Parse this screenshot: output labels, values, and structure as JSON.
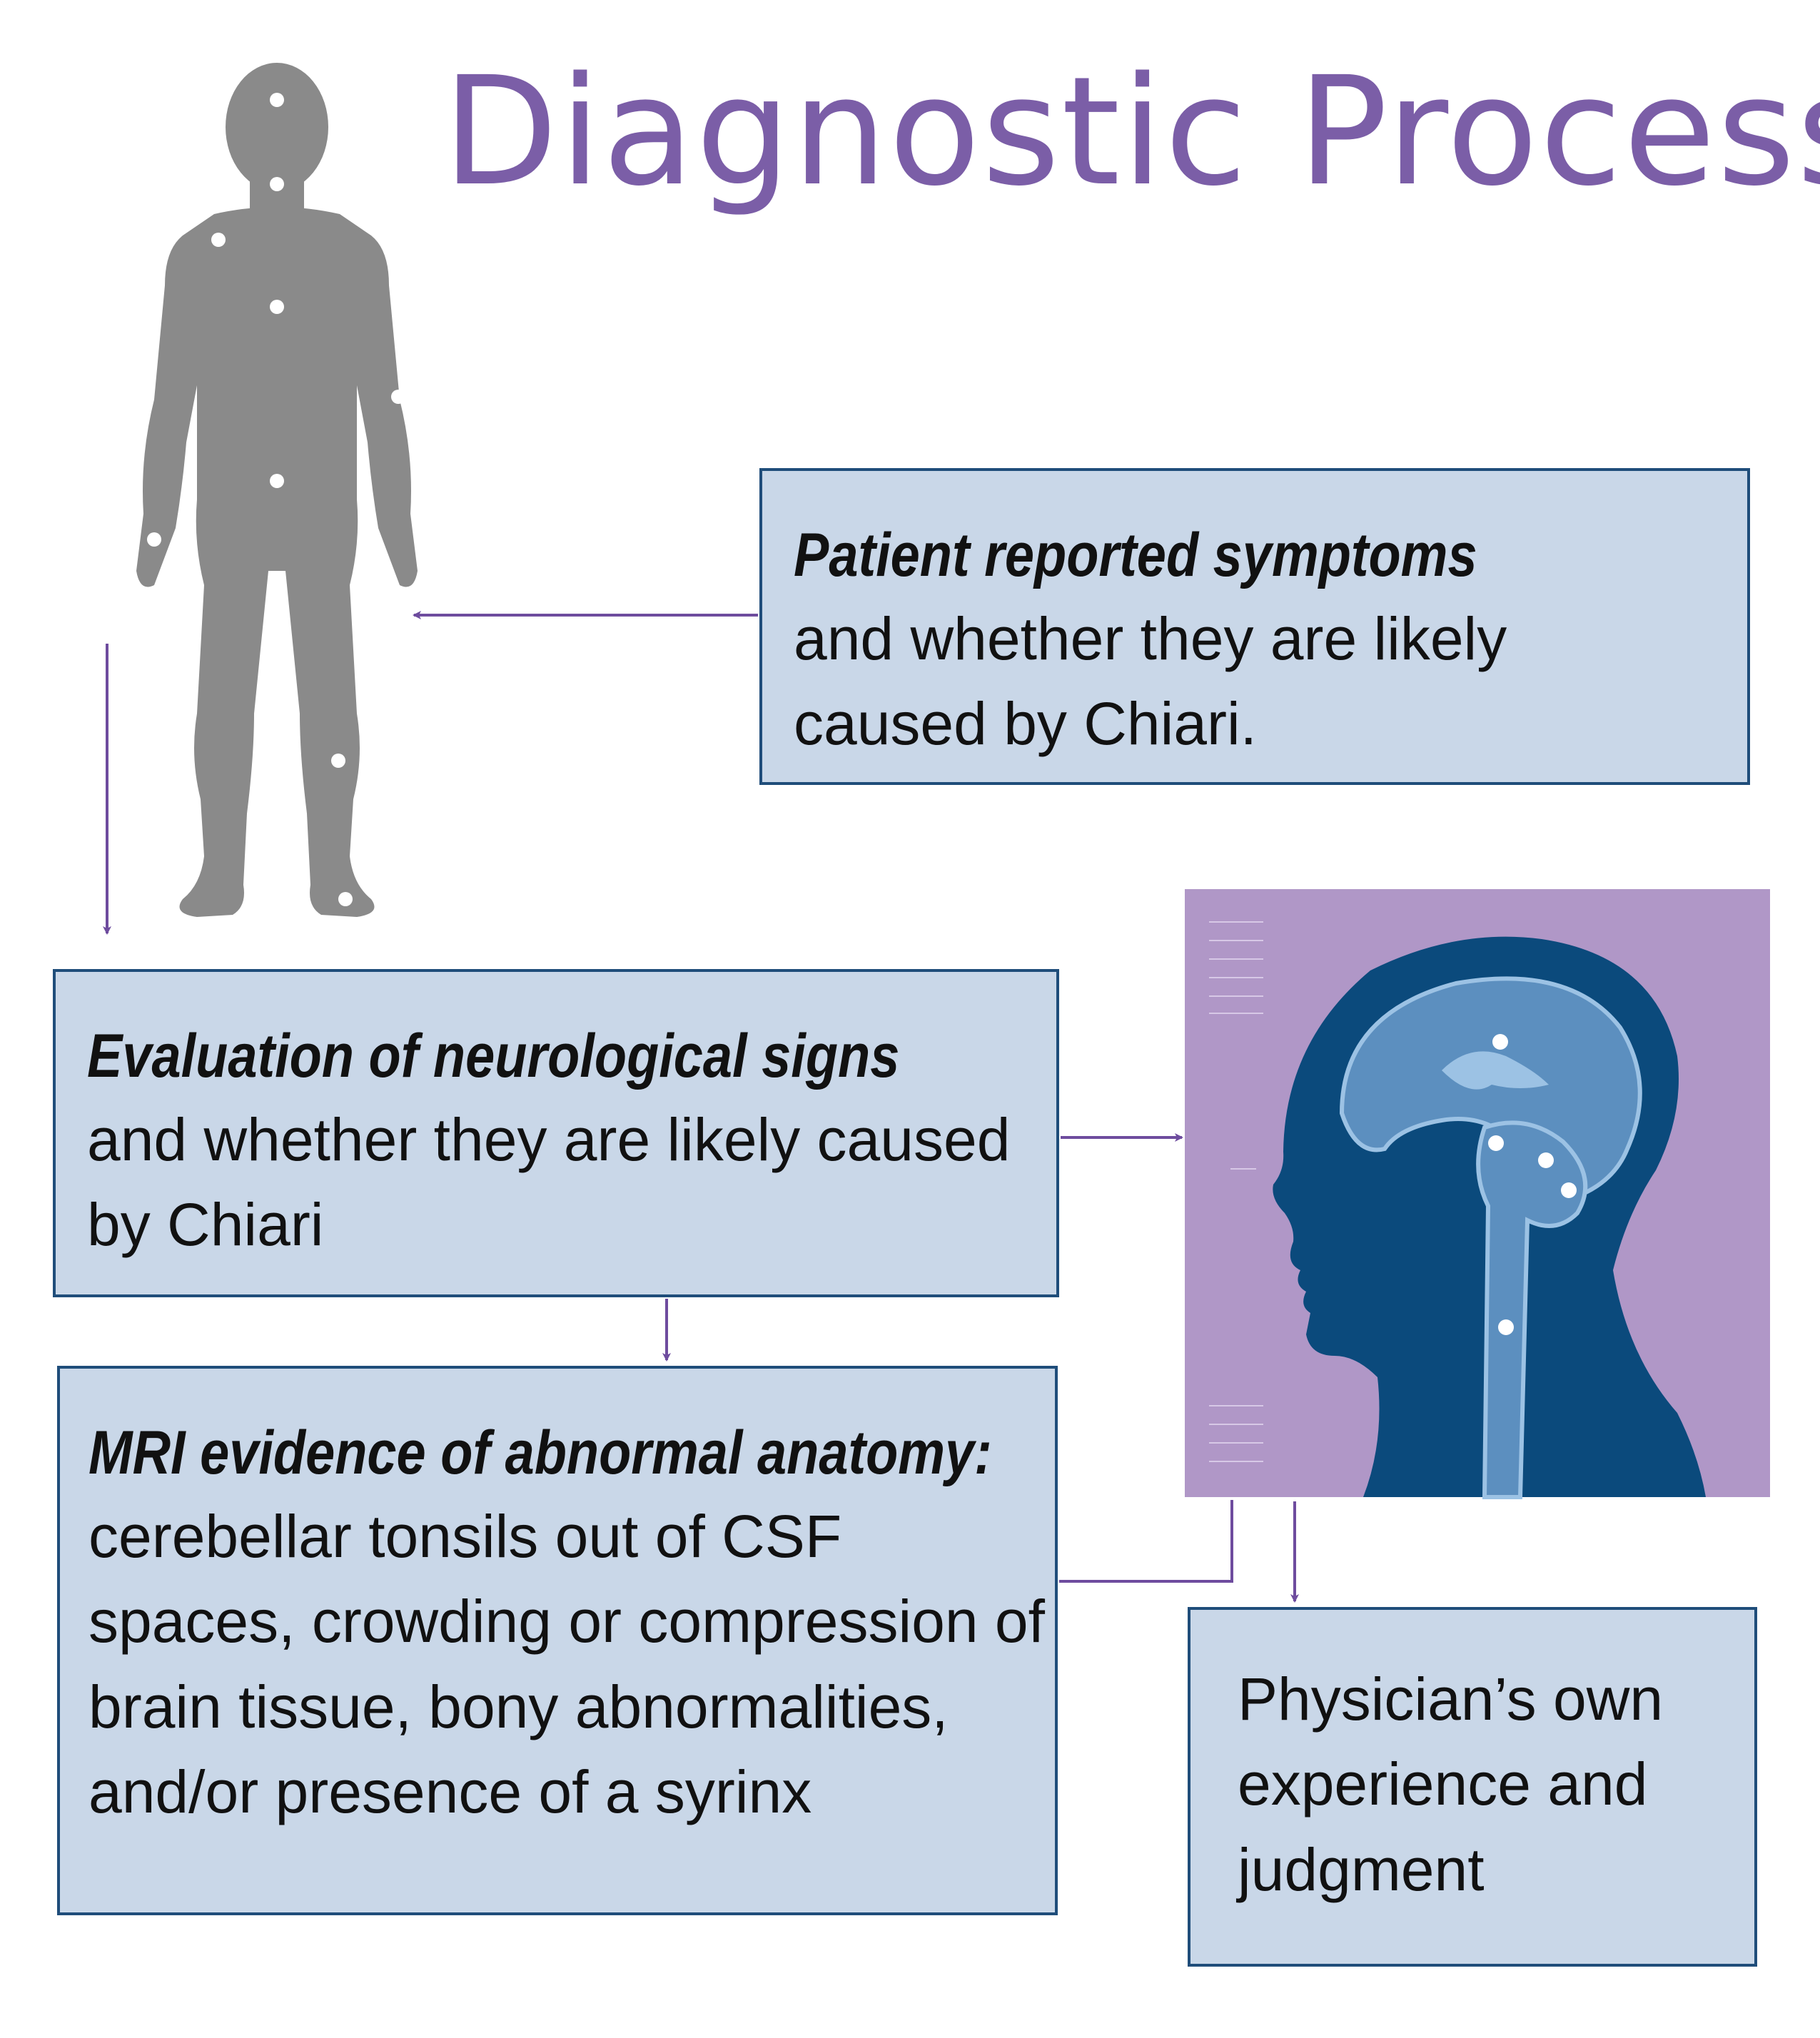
{
  "title": "Diagnostic Process",
  "boxes": {
    "symptoms": {
      "heading": "Patient reported symptoms",
      "text": "and whether they are likely caused by Chiari."
    },
    "signs": {
      "heading": "Evaluation of neurological signs",
      "text": "and whether they are likely caused by Chiari"
    },
    "mri": {
      "heading": "MRI evidence of abnormal anatomy:",
      "text": "cerebellar tonsils out of CSF spaces, crowding or compression of brain tissue, bony abnormalities, and/or presence of a syrinx"
    },
    "physician": {
      "text": "Physician’s own experience and judgment"
    }
  },
  "colors": {
    "title": "#7b5ea7",
    "box_fill": "#c9d7e8",
    "box_border": "#1f4d7a",
    "arrow": "#6e4c9e",
    "body_silhouette": "#8a8a8a",
    "mri_background": "#b097c7",
    "head_silhouette": "#0b4a7c",
    "brain": "#5c8fbf"
  },
  "icons": [
    "human-body-silhouette",
    "mri-head-scan"
  ]
}
